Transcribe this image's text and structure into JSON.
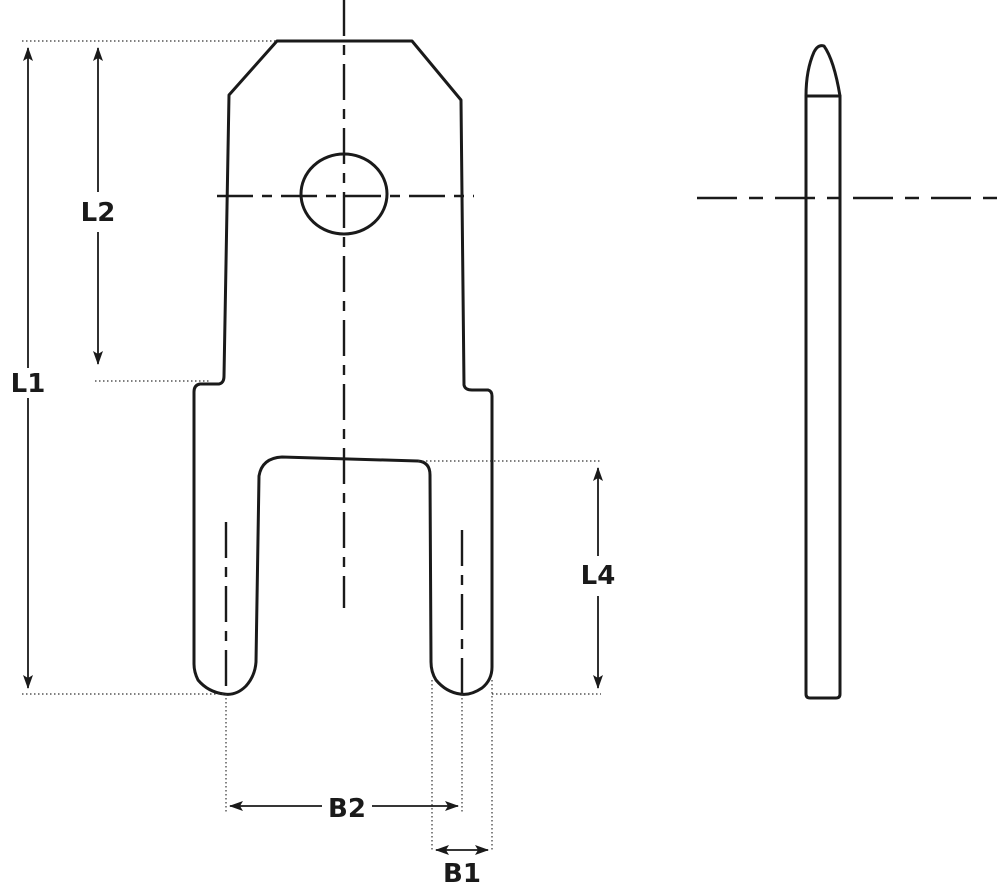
{
  "diagram": {
    "labels": {
      "l1": "L1",
      "l2": "L2",
      "l4": "L4",
      "b1": "B1",
      "b2": "B2"
    },
    "colors": {
      "stroke": "#1a1a1a",
      "background": "#ffffff"
    }
  }
}
